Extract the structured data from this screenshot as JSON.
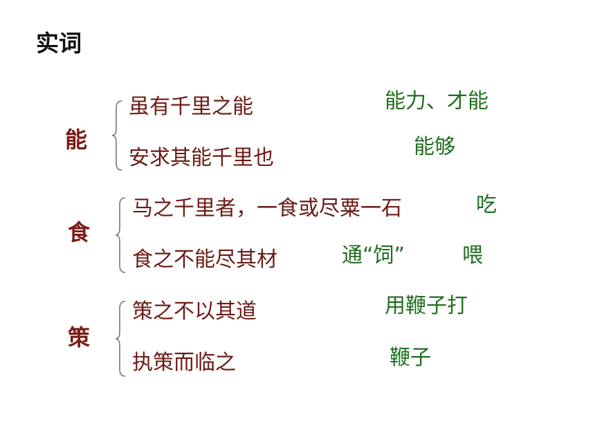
{
  "title": "实词",
  "groups": [
    {
      "keyword": "能",
      "sentences": [
        "虽有千里之能",
        "安求其能千里也"
      ],
      "meanings": [
        "能力、才能",
        "能够"
      ]
    },
    {
      "keyword": "食",
      "sentences": [
        "马之千里者，一食或尽粟一石",
        "食之不能尽其材"
      ],
      "meanings": [
        "吃",
        "通“饲”",
        "喂"
      ]
    },
    {
      "keyword": "策",
      "sentences": [
        "策之不以其道",
        "执策而临之"
      ],
      "meanings": [
        "用鞭子打",
        "鞭子"
      ]
    }
  ],
  "colors": {
    "keyword": "#7b1a14",
    "sentence": "#6b1b16",
    "meaning": "#1f6e1f"
  }
}
